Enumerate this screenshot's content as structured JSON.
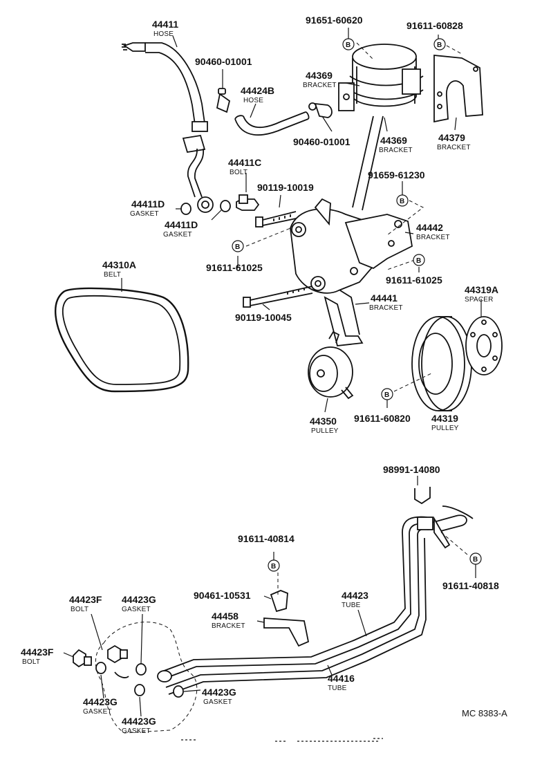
{
  "parts": [
    {
      "id": "p-44411",
      "number": "44411",
      "name": "HOSE"
    },
    {
      "id": "p-90460-a",
      "number": "90460-01001",
      "name": ""
    },
    {
      "id": "p-44424b",
      "number": "44424B",
      "name": "HOSE"
    },
    {
      "id": "p-91651",
      "number": "91651-60620",
      "name": ""
    },
    {
      "id": "p-44369-a",
      "number": "44369",
      "name": "BRACKET"
    },
    {
      "id": "p-91611-828",
      "number": "91611-60828",
      "name": ""
    },
    {
      "id": "p-90460-b",
      "number": "90460-01001",
      "name": ""
    },
    {
      "id": "p-44369-b",
      "number": "44369",
      "name": "BRACKET"
    },
    {
      "id": "p-44379",
      "number": "44379",
      "name": "BRACKET"
    },
    {
      "id": "p-44411c",
      "number": "44411C",
      "name": "BOLT"
    },
    {
      "id": "p-90119-019",
      "number": "90119-10019",
      "name": ""
    },
    {
      "id": "p-91659",
      "number": "91659-61230",
      "name": ""
    },
    {
      "id": "p-44411d-a",
      "number": "44411D",
      "name": "GASKET"
    },
    {
      "id": "p-44411d-b",
      "number": "44411D",
      "name": "GASKET"
    },
    {
      "id": "p-44442",
      "number": "44442",
      "name": "BRACKET"
    },
    {
      "id": "p-91611-025-a",
      "number": "91611-61025",
      "name": ""
    },
    {
      "id": "p-91611-025-b",
      "number": "91611-61025",
      "name": ""
    },
    {
      "id": "p-44310a",
      "number": "44310A",
      "name": "BELT"
    },
    {
      "id": "p-44441",
      "number": "44441",
      "name": "BRACKET"
    },
    {
      "id": "p-44319a",
      "number": "44319A",
      "name": "SPACER"
    },
    {
      "id": "p-90119-045",
      "number": "90119-10045",
      "name": ""
    },
    {
      "id": "p-44350",
      "number": "44350",
      "name": "PULLEY"
    },
    {
      "id": "p-91611-820",
      "number": "91611-60820",
      "name": ""
    },
    {
      "id": "p-44319",
      "number": "44319",
      "name": "PULLEY"
    },
    {
      "id": "p-98991",
      "number": "98991-14080",
      "name": ""
    },
    {
      "id": "p-91611-814",
      "number": "91611-40814",
      "name": ""
    },
    {
      "id": "p-91611-818",
      "number": "91611-40818",
      "name": ""
    },
    {
      "id": "p-90461",
      "number": "90461-10531",
      "name": ""
    },
    {
      "id": "p-44423",
      "number": "44423",
      "name": "TUBE"
    },
    {
      "id": "p-44423f-a",
      "number": "44423F",
      "name": "BOLT"
    },
    {
      "id": "p-44423g-a",
      "number": "44423G",
      "name": "GASKET"
    },
    {
      "id": "p-44458",
      "number": "44458",
      "name": "BRACKET"
    },
    {
      "id": "p-44423f-b",
      "number": "44423F",
      "name": "BOLT"
    },
    {
      "id": "p-44416",
      "number": "44416",
      "name": "TUBE"
    },
    {
      "id": "p-44423g-b",
      "number": "44423G",
      "name": "GASKET"
    },
    {
      "id": "p-44423g-c",
      "number": "44423G",
      "name": "GASKET"
    },
    {
      "id": "p-44423g-d",
      "number": "44423G",
      "name": "GASKET"
    }
  ],
  "bolt_marker": "B",
  "reference": "MC 8383-A"
}
